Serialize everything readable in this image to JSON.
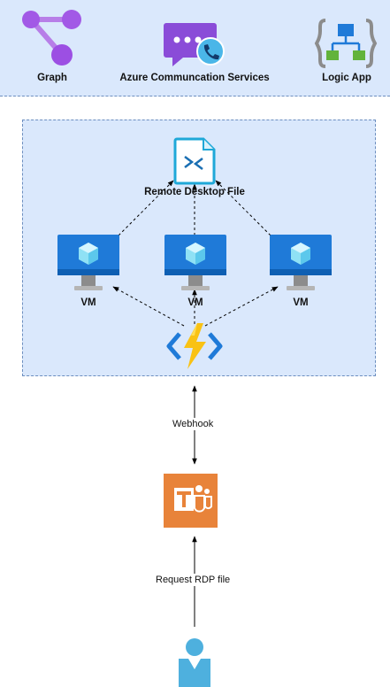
{
  "services": {
    "graph": {
      "label": "Graph",
      "icon": "graph-icon",
      "color": "#a259e6"
    },
    "acs": {
      "label": "Azure Communcation Services",
      "icon": "communication-services-icon",
      "color": "#8a4cd8"
    },
    "logic_app": {
      "label": "Logic App",
      "icon": "logic-app-icon",
      "color": "#1f7ad8"
    }
  },
  "diagram": {
    "rdp_file": {
      "label": "Remote Desktop File",
      "icon": "remote-desktop-file-icon"
    },
    "vms": [
      {
        "label": "VM",
        "icon": "vm-icon"
      },
      {
        "label": "VM",
        "icon": "vm-icon"
      },
      {
        "label": "VM",
        "icon": "vm-icon"
      }
    ],
    "function": {
      "icon": "azure-function-icon"
    },
    "edges": {
      "webhook": "Webhook",
      "request": "Request RDP file"
    },
    "teams": {
      "icon": "teams-icon"
    },
    "user": {
      "icon": "user-icon"
    }
  },
  "colors": {
    "band": "#dae8fc",
    "band_border": "#6c8ebf",
    "azure_blue": "#1f7ad8",
    "teams_orange": "#e8833a",
    "function_yellow": "#f9c214"
  }
}
